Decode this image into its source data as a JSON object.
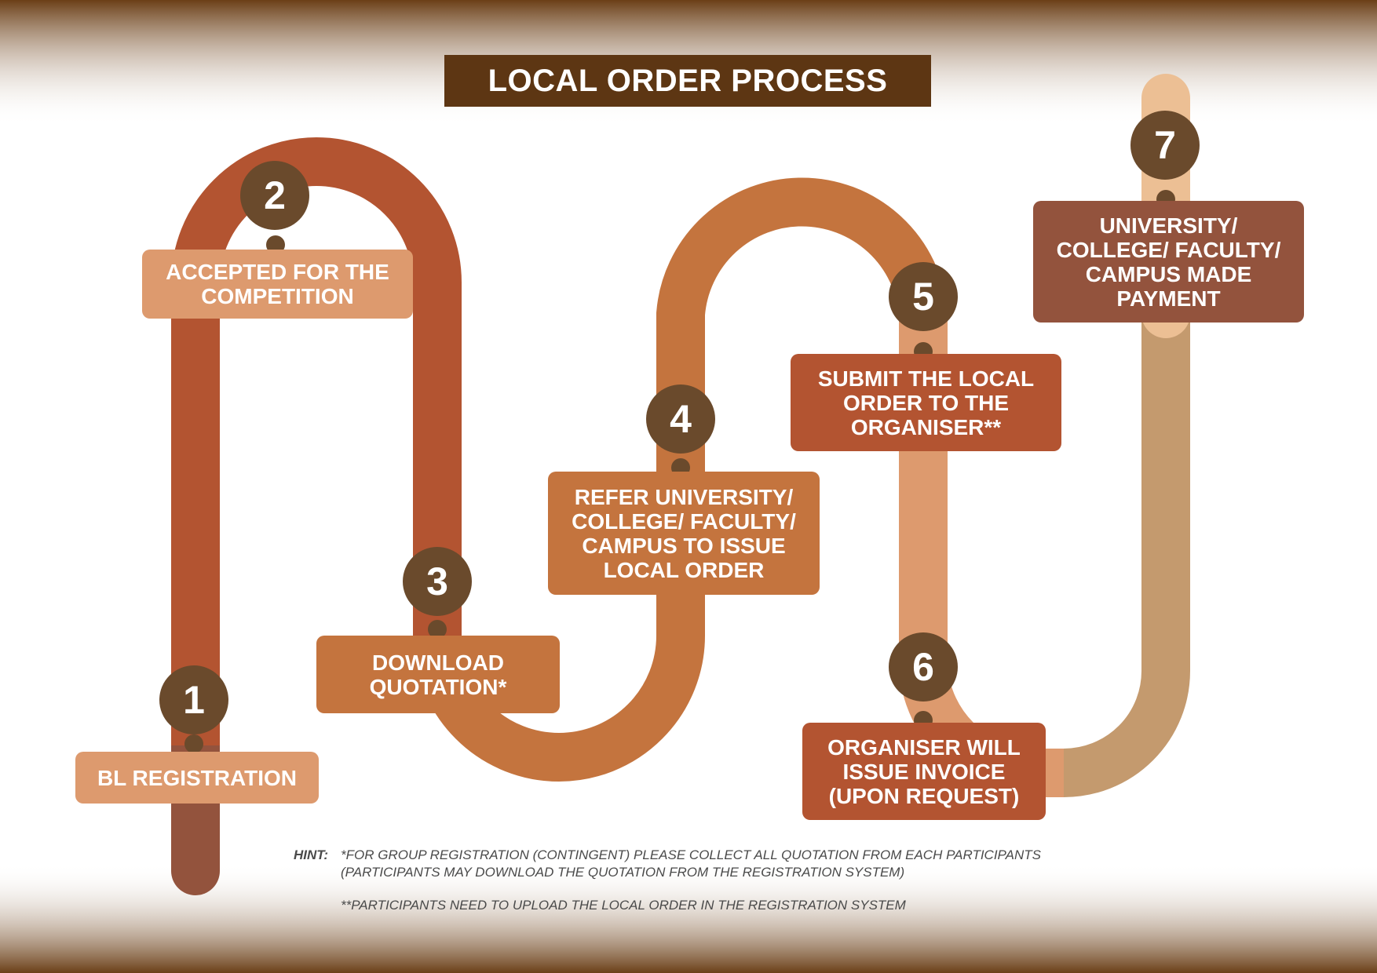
{
  "title": "LOCAL ORDER PROCESS",
  "colors": {
    "band": "#6b3f17",
    "title_bg": "#5d3613",
    "badge": "#6a4a2c",
    "step1": "#dd9a6e",
    "step2": "#dd9a6e",
    "step3": "#c4743e",
    "step4": "#c4743e",
    "step5": "#b35431",
    "step6": "#b35431",
    "step7": "#93533d"
  },
  "steps": [
    {
      "number": "1",
      "label": "BL REGISTRATION"
    },
    {
      "number": "2",
      "label": "ACCEPTED FOR THE\nCOMPETITION"
    },
    {
      "number": "3",
      "label": "DOWNLOAD\nQUOTATION*"
    },
    {
      "number": "4",
      "label": "REFER UNIVERSITY/\nCOLLEGE/ FACULTY/\nCAMPUS TO ISSUE\nLOCAL ORDER"
    },
    {
      "number": "5",
      "label": "SUBMIT THE LOCAL\nORDER TO THE\nORGANISER**"
    },
    {
      "number": "6",
      "label": "ORGANISER WILL\nISSUE INVOICE\n(UPON REQUEST)"
    },
    {
      "number": "7",
      "label": "UNIVERSITY/\nCOLLEGE/ FACULTY/\nCAMPUS MADE\nPAYMENT"
    }
  ],
  "hint": {
    "label": "HINT:",
    "note1": "*FOR GROUP REGISTRATION (CONTINGENT) PLEASE COLLECT ALL QUOTATION FROM EACH PARTICIPANTS\n(PARTICIPANTS MAY DOWNLOAD THE QUOTATION FROM THE REGISTRATION SYSTEM)",
    "note2": "**PARTICIPANTS NEED TO UPLOAD THE LOCAL ORDER IN THE REGISTRATION SYSTEM"
  }
}
